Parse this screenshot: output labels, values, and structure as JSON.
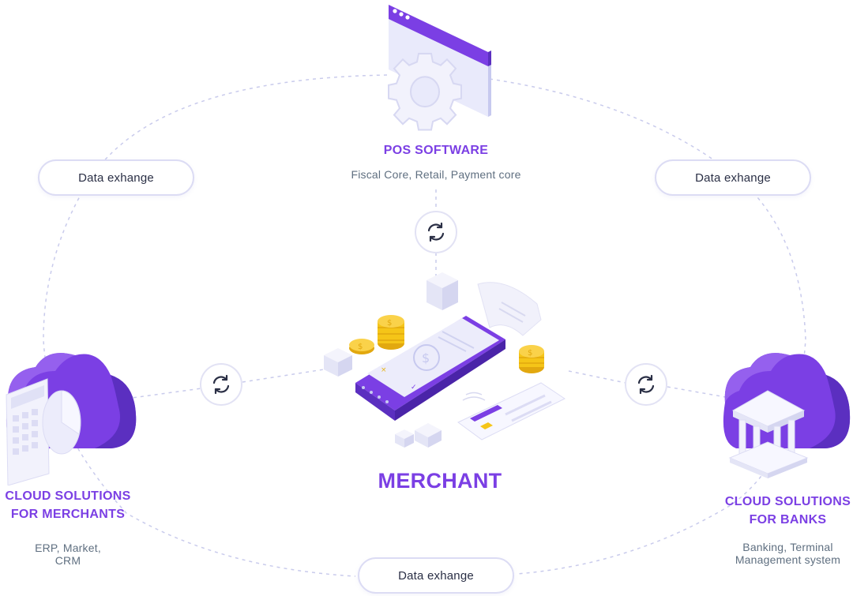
{
  "pos": {
    "title": "POS SOFTWARE",
    "subtitle": "Fiscal Core, Retail, Payment core"
  },
  "center": {
    "title": "MERCHANT"
  },
  "merchants": {
    "title_line1": "CLOUD SOLUTIONS",
    "title_line2": "FOR MERCHANTS",
    "subtitle_line1": "ERP, Market,",
    "subtitle_line2": "CRM"
  },
  "banks": {
    "title_line1": "CLOUD SOLUTIONS",
    "title_line2": "FOR BANKS",
    "subtitle_line1": "Banking, Terminal",
    "subtitle_line2": "Management system"
  },
  "exchange": {
    "left": "Data exhange",
    "right": "Data exhange",
    "bottom": "Data exhange"
  },
  "icons": {
    "pos": "gear-window-icon",
    "merchant": "payment-terminal-icon",
    "merchants_cloud": "cloud-calculator-icon",
    "banks_cloud": "cloud-bank-icon",
    "sync": "sync-icon"
  },
  "colors": {
    "accent": "#7b3fe4",
    "secondary_text": "#5f6f80",
    "dashed_line": "#c9cbec",
    "coin": "#f5c518"
  }
}
